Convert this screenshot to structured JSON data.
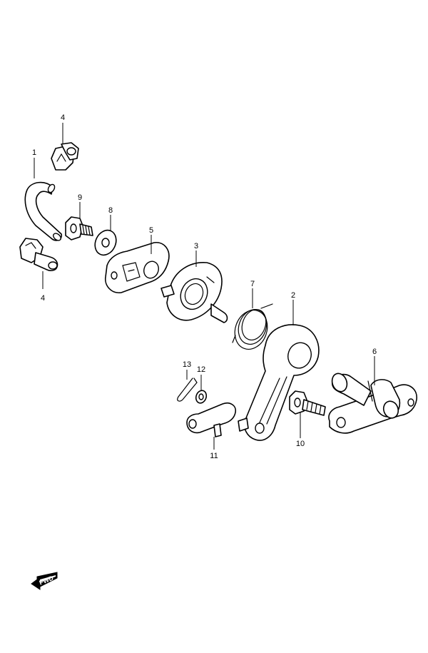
{
  "callouts": {
    "c1": "1",
    "c2": "2",
    "c3": "3",
    "c4a": "4",
    "c4b": "4",
    "c5": "5",
    "c6": "6",
    "c7": "7",
    "c8": "8",
    "c9": "9",
    "c10": "10",
    "c11": "11",
    "c12": "12",
    "c13": "13"
  },
  "fwd_label": "FWD"
}
